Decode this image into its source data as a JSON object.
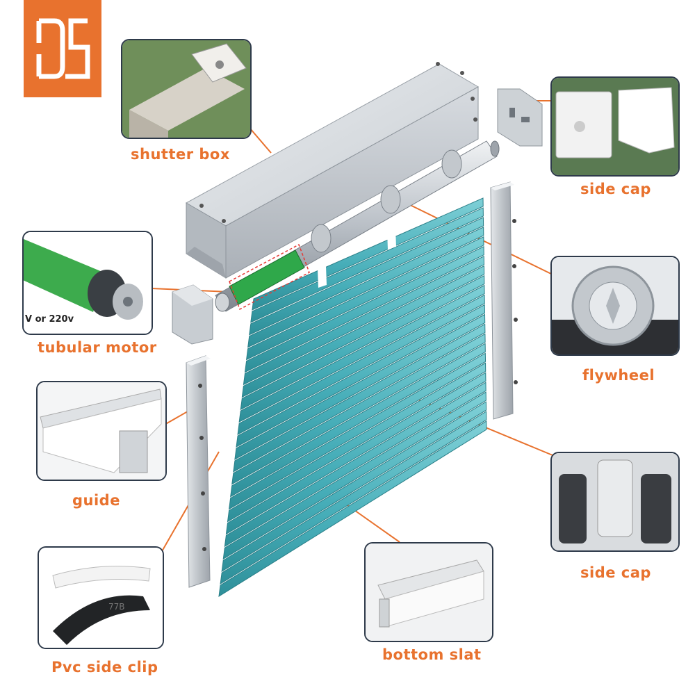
{
  "colors": {
    "accent": "#e8722e",
    "slat": "#4fb7c1",
    "frame": "#c9ced3",
    "border": "#2e3a4a",
    "motor": "#2fa84a"
  },
  "logo": {
    "mark": "DS"
  },
  "labels": {
    "shutter_box": "shutter box",
    "side_cap_top": "side cap",
    "tubular_motor": "tubular motor",
    "motor_voltage": "V or 220v",
    "flywheel": "flywheel",
    "guide": "guide",
    "side_cap_bottom": "side cap",
    "pvc_side_clip": "Pvc side clip",
    "clip_mark": "77B",
    "bottom_slat": "bottom slat"
  }
}
